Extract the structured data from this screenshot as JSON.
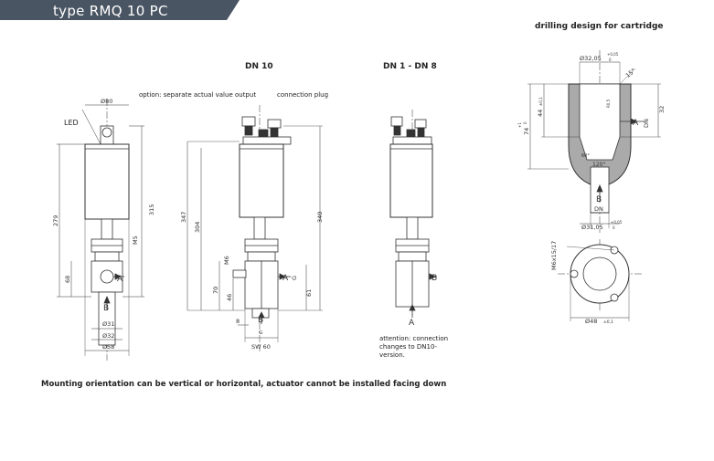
{
  "header": {
    "title": "type  RMQ 10 PC",
    "color": "#4a5563"
  },
  "sections": {
    "dn10": "DN 10",
    "dn1_8": "DN 1 - DN 8",
    "drilling": "drilling design for cartridge"
  },
  "notes": {
    "option": "option: separate actual value output",
    "connection_plug": "connection plug",
    "led": "LED",
    "attention_1": "attention: connection",
    "attention_2": "changes to DN10-",
    "attention_3": "version.",
    "mounting": "Mounting orientation can be vertical or horizontal, actuator cannot be installed facing down"
  },
  "dims": {
    "d80": "Ø80",
    "h279": "279",
    "h315": "315",
    "h68": "68",
    "m5": "M5",
    "d31": "Ø31",
    "d32": "Ø32",
    "d58": "Ø58",
    "h347": "347",
    "h304": "304",
    "h340": "340",
    "m6": "M6",
    "h70": "70",
    "h46": "46",
    "h61": "61",
    "w8": "8",
    "sw60": "SW 60",
    "g": "G",
    "d3205": "Ø32,05",
    "tol_top": "+0,05",
    "tol_bot": "0",
    "a15": "15°",
    "h44": "44",
    "tol44": "±0,1",
    "h74": "74",
    "tol74a": "+1",
    "tol74b": "0",
    "h32": "32",
    "r0": "R0,5",
    "a60": "60°",
    "a120": "120°",
    "dn": "DN",
    "d3105": "Ø31,05",
    "m6x15": "M6x15/17",
    "d48": "Ø48",
    "tol48": "±0,1",
    "a": "A",
    "b": "B"
  }
}
